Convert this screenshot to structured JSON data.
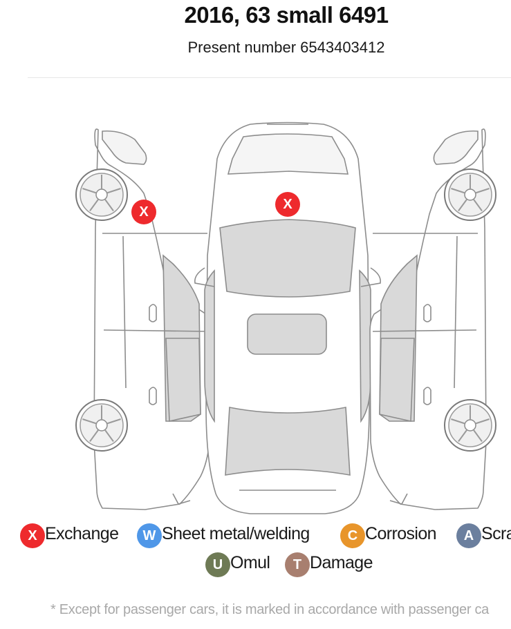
{
  "header": {
    "title": "2016, 63 small 6491",
    "subtitle": "Present number 6543403412"
  },
  "diagram": {
    "markers": [
      {
        "symbol": "X",
        "meaning": "Exchange"
      },
      {
        "symbol": "X",
        "meaning": "Exchange"
      }
    ]
  },
  "legend": {
    "items": [
      {
        "symbol": "X",
        "label": "Exchange",
        "color": "#ee2a2d"
      },
      {
        "symbol": "W",
        "label": "Sheet metal/welding",
        "color": "#4f97e8"
      },
      {
        "symbol": "C",
        "label": "Corrosion",
        "color": "#e8952b"
      },
      {
        "symbol": "A",
        "label": "Scra",
        "color": "#6b7f9e"
      },
      {
        "symbol": "U",
        "label": "Omul",
        "color": "#6e7a55"
      },
      {
        "symbol": "T",
        "label": "Damage",
        "color": "#a87f6f"
      }
    ]
  },
  "footnote": "* Except for passenger cars, it is marked in accordance with passenger ca",
  "colors": {
    "accent_red": "#ee2a2d",
    "divider": "#e6e6e6",
    "glass": "#d9d9d9"
  }
}
